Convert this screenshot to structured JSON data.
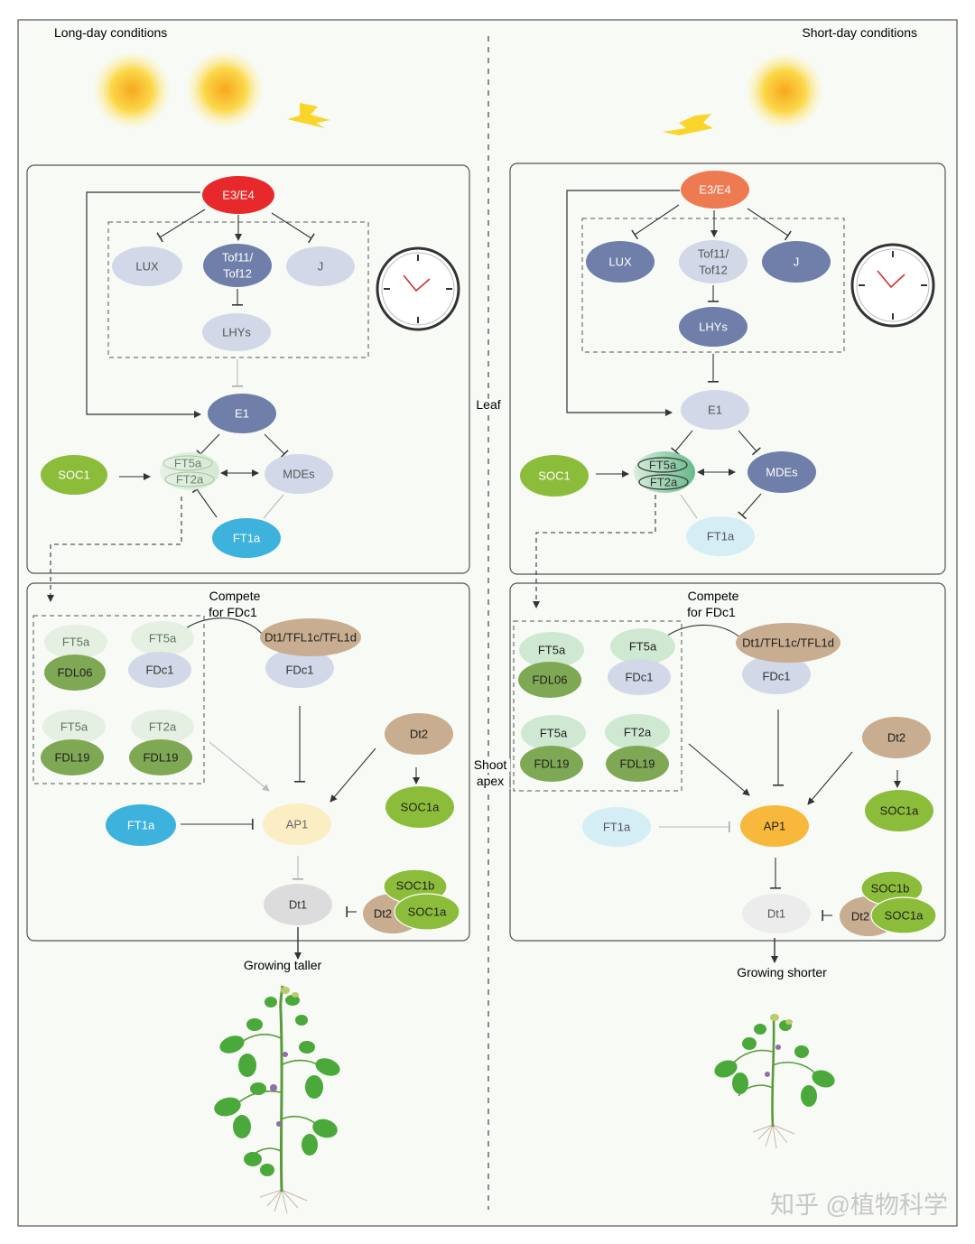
{
  "headers": {
    "left": "Long-day conditions",
    "right": "Short-day conditions"
  },
  "organs": {
    "leaf": "Leaf",
    "shoot": "Shoot",
    "apex": "apex"
  },
  "compete": {
    "line1": "Compete",
    "line2": "for FDc1"
  },
  "outcomes": {
    "left": "Growing taller",
    "right": "Growing shorter"
  },
  "watermark": "知乎 @植物科学",
  "genes": {
    "e3e4": "E3/E4",
    "lux": "LUX",
    "tof1": "Tof11/",
    "tof2": "Tof12",
    "j": "J",
    "lhys": "LHYs",
    "e1": "E1",
    "soc1": "SOC1",
    "ft5a": "FT5a",
    "ft2a": "FT2a",
    "mdes": "MDEs",
    "ft1a": "FT1a",
    "fdl06": "FDL06",
    "fdc1": "FDc1",
    "fdl19": "FDL19",
    "dt1tfl": "Dt1/TFL1c/TFL1d",
    "dt2": "Dt2",
    "soc1a": "SOC1a",
    "soc1b": "SOC1b",
    "ap1": "AP1",
    "dt1": "Dt1"
  },
  "colors": {
    "e3e4_long": "#e8292b",
    "e3e4_short": "#ee7a52",
    "slate_dark": "#6f7fa9",
    "slate_light": "#d2d8e8",
    "green_soc": "#8cbd3a",
    "green_fdl": "#7fa854",
    "ft1a_dark": "#3db2dd",
    "ft1a_light": "#d5eef6",
    "tan": "#c8ad90",
    "ap1_light": "#fbeec4",
    "ap1_dark": "#f8b83c",
    "dt1": "#dcdcdc",
    "panel_bg": "#f5f9f3"
  }
}
